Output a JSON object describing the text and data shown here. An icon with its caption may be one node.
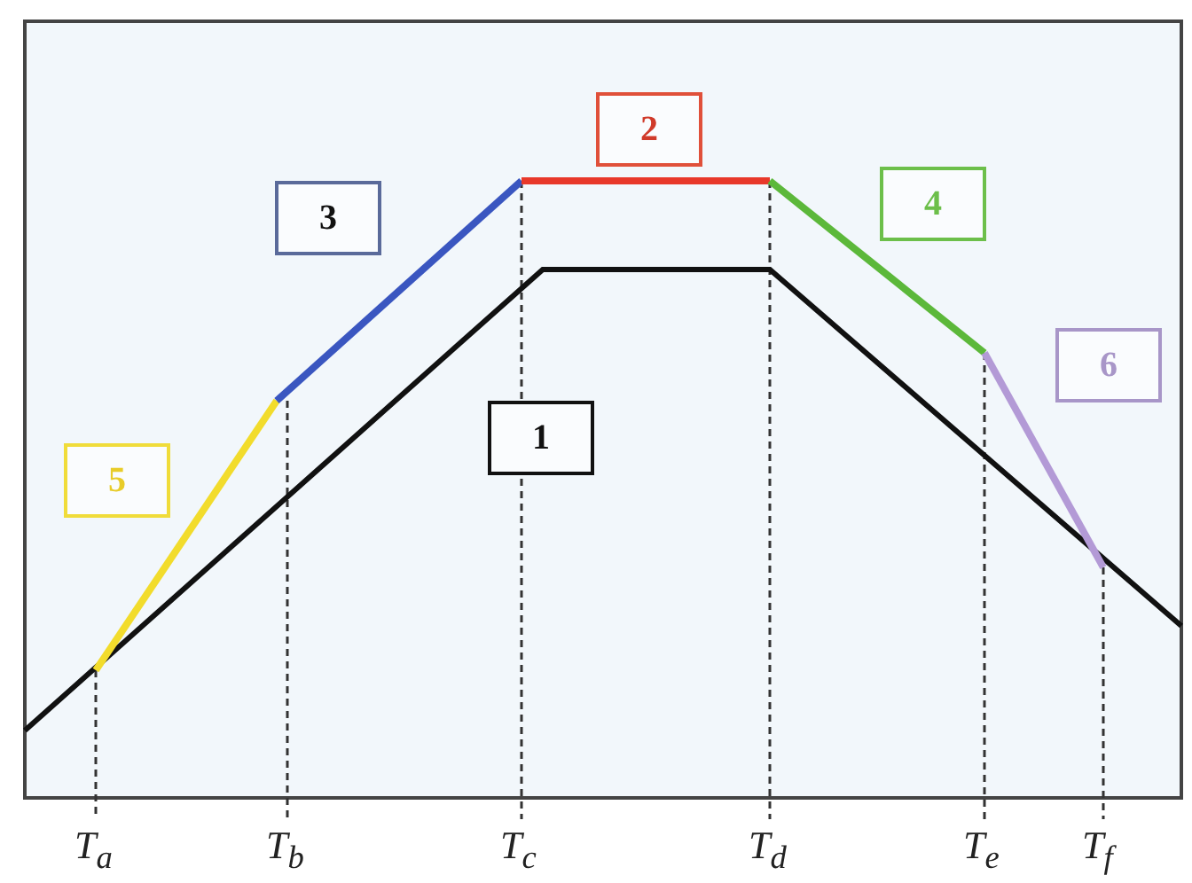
{
  "diagram": {
    "nodes": [
      {
        "text": [
          "2"
        ]
      },
      {
        "text": [
          "3"
        ]
      },
      {
        "text": [
          "4"
        ]
      },
      {
        "text": [
          "6"
        ]
      },
      {
        "text": [
          "1"
        ]
      },
      {
        "text": [
          "5"
        ]
      }
    ],
    "labels": [
      "T$_{a}$",
      "T$_{b}$",
      "T$_{c}$",
      "T$_{d}$",
      "T$_{e}$",
      "T$_{f}$"
    ]
  }
}
